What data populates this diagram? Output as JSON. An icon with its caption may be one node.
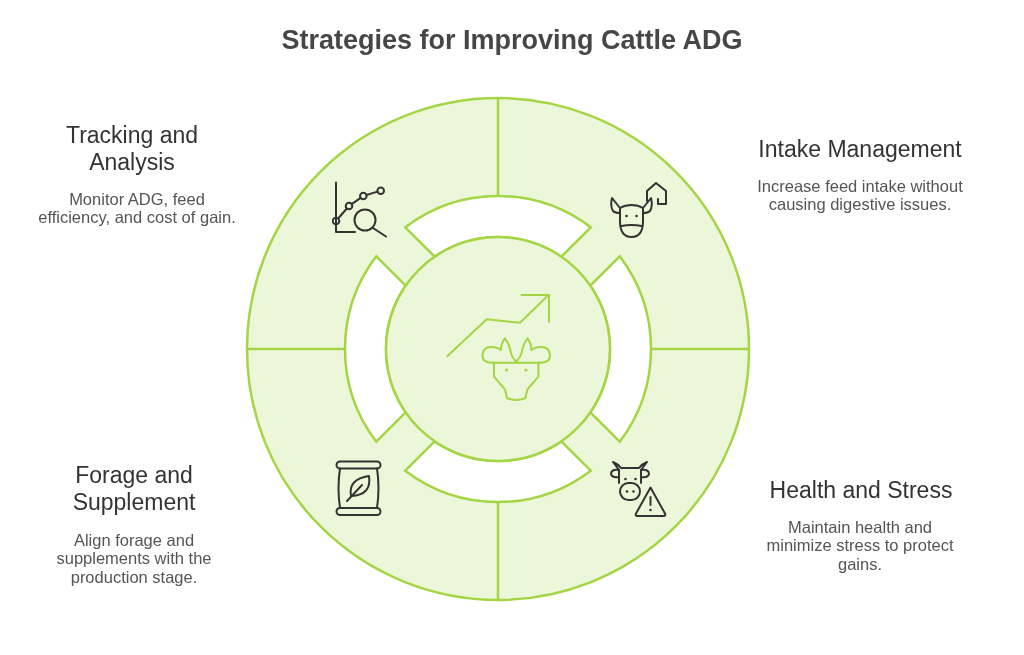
{
  "diagram": {
    "title": "Strategies for Improving Cattle ADG",
    "labels": [
      "Tracking and Analysis",
      "Monitor ADG, feed efficiency, and cost of gain.",
      "Intake Management",
      "Increase feed intake without causing digestive issues.",
      "Forage and Supplement",
      "Align forage and supplements with the production stage.",
      "Health and Stress",
      "Maintain health and minimize stress to protect gains."
    ]
  }
}
